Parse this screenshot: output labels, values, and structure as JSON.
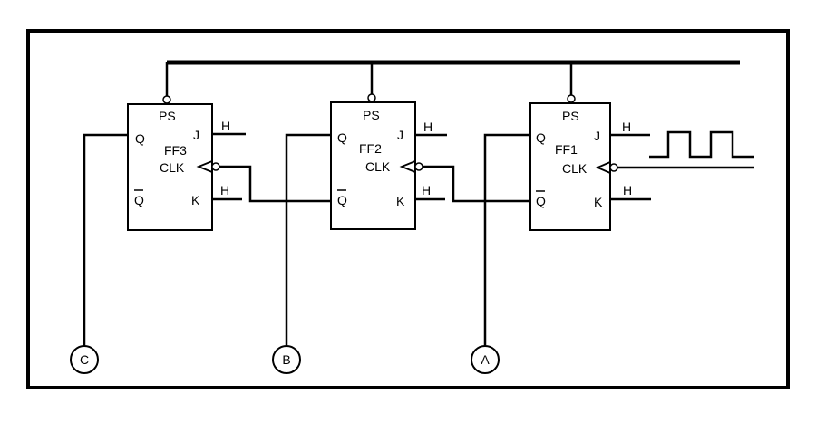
{
  "flipflops": [
    {
      "name": "FF3",
      "ps": "PS",
      "q": "Q",
      "qbar": "Q",
      "j": "J",
      "k": "K",
      "clk": "CLK",
      "j_level": "H",
      "k_level": "H"
    },
    {
      "name": "FF2",
      "ps": "PS",
      "q": "Q",
      "qbar": "Q",
      "j": "J",
      "k": "K",
      "clk": "CLK",
      "j_level": "H",
      "k_level": "H"
    },
    {
      "name": "FF1",
      "ps": "PS",
      "q": "Q",
      "qbar": "Q",
      "j": "J",
      "k": "K",
      "clk": "CLK",
      "j_level": "H",
      "k_level": "H"
    }
  ],
  "outputs": [
    "C",
    "B",
    "A"
  ]
}
